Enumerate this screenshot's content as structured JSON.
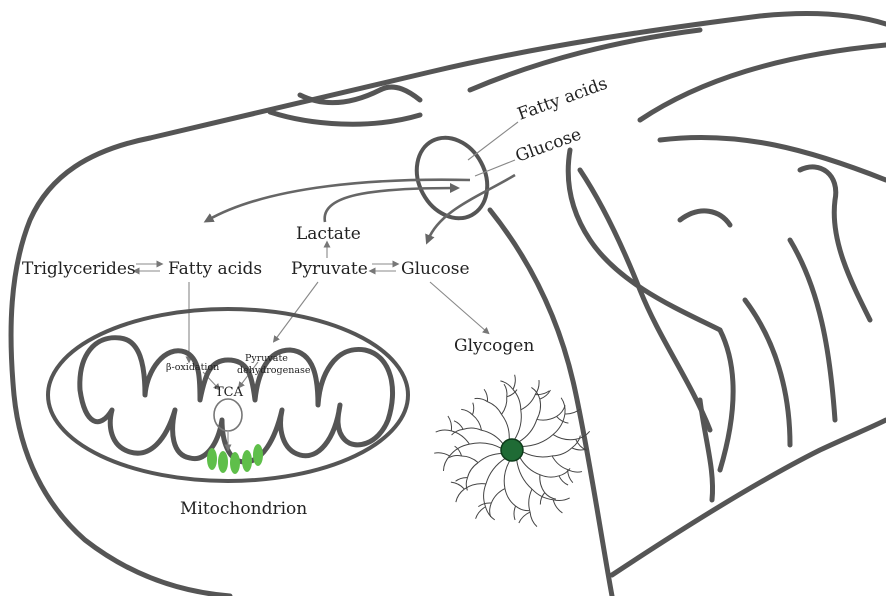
{
  "labels": {
    "fatty_acids_in": "Fatty acids",
    "glucose_in": "Glucose",
    "lactate": "Lactate",
    "triglycerides": "Triglycerides",
    "fatty_acids": "Fatty acids",
    "pyruvate": "Pyruvate",
    "glucose": "Glucose",
    "glycogen": "Glycogen",
    "beta_oxidation": "β-oxidation",
    "pdh_line1": "Pyruvate",
    "pdh_line2": "dehydrogenase",
    "tca": "TCA",
    "mitochondrion": "Mitochondrion"
  },
  "colors": {
    "outline": "#555555",
    "arrow": "#666666",
    "thin_line": "#888888",
    "atp_green": "#5fbf4a",
    "glycogenin": "#1f6b35"
  }
}
